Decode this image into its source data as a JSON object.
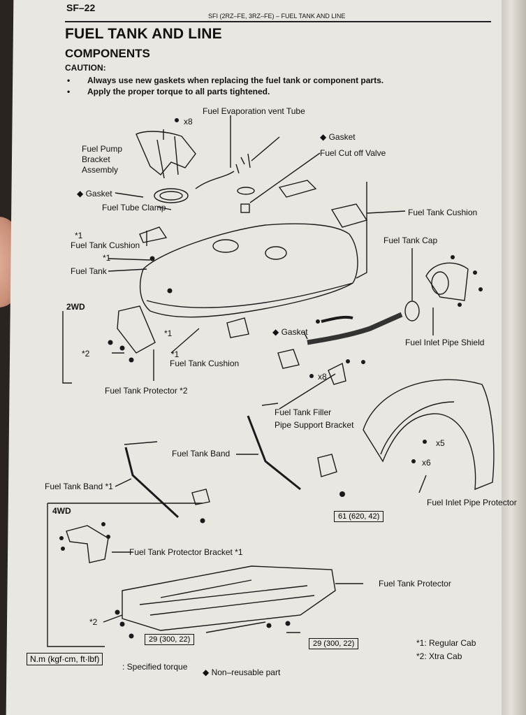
{
  "header": {
    "section": "SF–22",
    "running_title": "SFI (2RZ–FE, 3RZ–FE)   –   FUEL TANK AND LINE"
  },
  "page_title": "FUEL TANK AND LINE",
  "subtitle": "COMPONENTS",
  "caution": {
    "label": "CAUTION:",
    "items": [
      "Always use new gaskets when replacing the fuel tank or component parts.",
      "Apply the proper torque to all parts tightened."
    ]
  },
  "labels": {
    "evap_tube": "Fuel Evaporation vent Tube",
    "x8_top": "x8",
    "pump_bracket_1": "Fuel Pump",
    "pump_bracket_2": "Bracket",
    "pump_bracket_3": "Assembly",
    "gasket_top": "◆ Gasket",
    "cutoff_valve": "Fuel Cut off Valve",
    "gasket_left": "◆ Gasket",
    "tube_clamp": "Fuel Tube Clamp",
    "tank_cushion_right": "Fuel Tank Cushion",
    "star1_left": "*1",
    "tank_cushion_left": "Fuel Tank Cushion",
    "star1_bolt": "*1",
    "fuel_tank": "Fuel Tank",
    "fuel_tank_cap": "Fuel Tank Cap",
    "wd2": "2WD",
    "star1_mid": "*1",
    "gasket_mid": "◆ Gasket",
    "shield": "Fuel Inlet Pipe Shield",
    "star2_left": "*2",
    "star1_low": "*1",
    "tank_cushion_low": "Fuel Tank Cushion",
    "x8_mid": "x8",
    "protector2": "Fuel Tank Protector *2",
    "filler_1": "Fuel Tank Filler",
    "filler_2": "Pipe Support Bracket",
    "x5": "x5",
    "tank_band": "Fuel Tank Band",
    "x6": "x6",
    "tank_band1": "Fuel Tank Band *1",
    "inlet_protector": "Fuel Inlet Pipe Protector",
    "wd4": "4WD",
    "torque_61": "61 (620, 42)",
    "protector_bracket": "Fuel Tank Protector Bracket *1",
    "tank_protector": "Fuel Tank Protector",
    "star2_low": "*2",
    "torque_29a": "29 (300, 22)",
    "torque_29b": "29 (300, 22)",
    "note1": "*1: Regular Cab",
    "note2": "*2: Xtra Cab"
  },
  "legend": {
    "units": "N.m (kgf·cm, ft·lbf)",
    "specified": ": Specified torque",
    "nonreusable": "◆ Non–reusable part"
  }
}
